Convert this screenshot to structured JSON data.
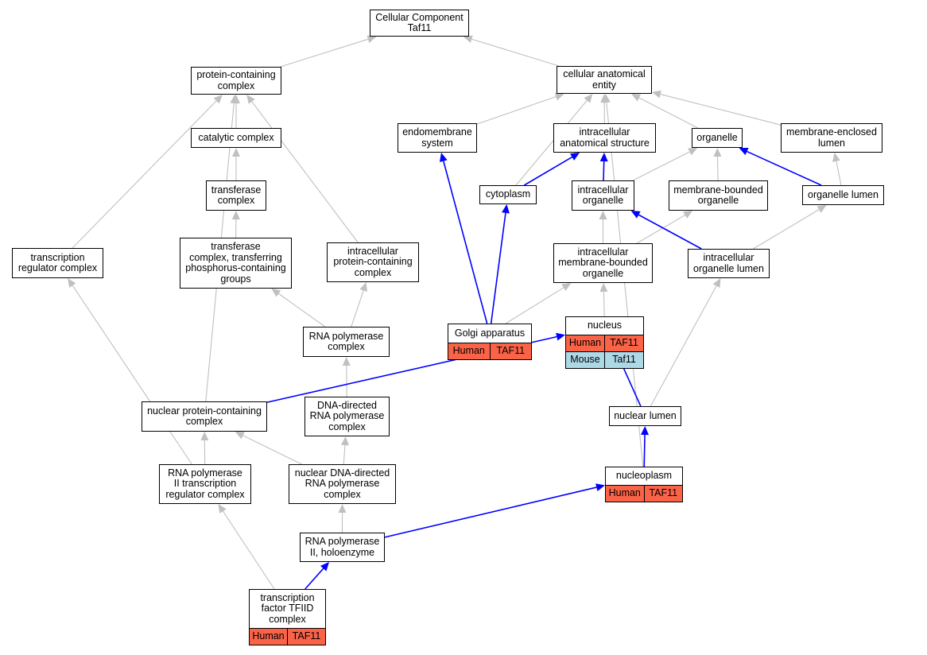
{
  "colors": {
    "human": "#fa6347",
    "mouse": "#add8e6",
    "default_edge": "#c0c0c0",
    "highlight_edge": "#0000ff"
  },
  "nodes": {
    "root": "Cellular Component\nTaf11",
    "protein_containing_complex": "protein-containing\ncomplex",
    "cellular_anatomical_entity": "cellular anatomical\nentity",
    "endomembrane_system": "endomembrane\nsystem",
    "intracellular_anatomical_structure": "intracellular\nanatomical structure",
    "organelle": "organelle",
    "membrane_enclosed_lumen": "membrane-enclosed\nlumen",
    "catalytic_complex": "catalytic complex",
    "cytoplasm": "cytoplasm",
    "intracellular_organelle": "intracellular\norganelle",
    "membrane_bounded_organelle": "membrane-bounded\norganelle",
    "organelle_lumen": "organelle lumen",
    "transferase_complex": "transferase\ncomplex",
    "transferase_complex_phosphorus": "transferase\ncomplex, transferring\nphosphorus-containing\ngroups",
    "intracellular_protein_containing_complex": "intracellular\nprotein-containing\ncomplex",
    "intracellular_membrane_bounded_organelle": "intracellular\nmembrane-bounded\norganelle",
    "intracellular_organelle_lumen": "intracellular\norganelle lumen",
    "transcription_regulator_complex": "transcription\nregulator complex",
    "golgi_apparatus": "Golgi apparatus",
    "rna_polymerase_complex": "RNA polymerase\ncomplex",
    "nucleus": "nucleus",
    "nuclear_lumen": "nuclear lumen",
    "nuclear_protein_containing_complex": "nuclear protein-containing\ncomplex",
    "dna_directed_rna_polymerase_complex": "DNA-directed\nRNA polymerase\ncomplex",
    "rna_pol_ii_transcription_regulator_complex": "RNA polymerase\nII transcription\nregulator complex",
    "nuclear_dna_directed_rna_polymerase_complex": "nuclear DNA-directed\nRNA polymerase\ncomplex",
    "nucleoplasm": "nucleoplasm",
    "rna_pol_ii_holoenzyme": "RNA polymerase\nII, holoenzyme",
    "tfiid_complex": "transcription\nfactor TFIID\ncomplex"
  },
  "annotations": {
    "golgi_apparatus": [
      {
        "species": "Human",
        "gene": "TAF11"
      }
    ],
    "nucleus": [
      {
        "species": "Human",
        "gene": "TAF11"
      },
      {
        "species": "Mouse",
        "gene": "Taf11"
      }
    ],
    "nucleoplasm": [
      {
        "species": "Human",
        "gene": "TAF11"
      }
    ],
    "tfiid_complex": [
      {
        "species": "Human",
        "gene": "TAF11"
      }
    ]
  },
  "edges": [
    {
      "from": "protein_containing_complex",
      "to": "root",
      "highlight": false
    },
    {
      "from": "cellular_anatomical_entity",
      "to": "root",
      "highlight": false
    },
    {
      "from": "endomembrane_system",
      "to": "cellular_anatomical_entity",
      "highlight": false
    },
    {
      "from": "intracellular_anatomical_structure",
      "to": "cellular_anatomical_entity",
      "highlight": false
    },
    {
      "from": "organelle",
      "to": "cellular_anatomical_entity",
      "highlight": false
    },
    {
      "from": "membrane_enclosed_lumen",
      "to": "cellular_anatomical_entity",
      "highlight": false
    },
    {
      "from": "cytoplasm",
      "to": "cellular_anatomical_entity",
      "highlight": false
    },
    {
      "from": "nucleoplasm",
      "to": "cellular_anatomical_entity",
      "highlight": false
    },
    {
      "from": "catalytic_complex",
      "to": "protein_containing_complex",
      "highlight": false
    },
    {
      "from": "transcription_regulator_complex",
      "to": "protein_containing_complex",
      "highlight": false
    },
    {
      "from": "intracellular_protein_containing_complex",
      "to": "protein_containing_complex",
      "highlight": false
    },
    {
      "from": "nuclear_protein_containing_complex",
      "to": "protein_containing_complex",
      "highlight": false
    },
    {
      "from": "transferase_complex",
      "to": "catalytic_complex",
      "highlight": false
    },
    {
      "from": "transferase_complex_phosphorus",
      "to": "transferase_complex",
      "highlight": false
    },
    {
      "from": "rna_polymerase_complex",
      "to": "transferase_complex_phosphorus",
      "highlight": false
    },
    {
      "from": "rna_polymerase_complex",
      "to": "intracellular_protein_containing_complex",
      "highlight": false
    },
    {
      "from": "dna_directed_rna_polymerase_complex",
      "to": "rna_polymerase_complex",
      "highlight": false
    },
    {
      "from": "nuclear_dna_directed_rna_polymerase_complex",
      "to": "dna_directed_rna_polymerase_complex",
      "highlight": false
    },
    {
      "from": "nuclear_dna_directed_rna_polymerase_complex",
      "to": "nuclear_protein_containing_complex",
      "highlight": false
    },
    {
      "from": "rna_pol_ii_transcription_regulator_complex",
      "to": "nuclear_protein_containing_complex",
      "highlight": false
    },
    {
      "from": "rna_pol_ii_transcription_regulator_complex",
      "to": "transcription_regulator_complex",
      "highlight": false
    },
    {
      "from": "rna_pol_ii_holoenzyme",
      "to": "nuclear_dna_directed_rna_polymerase_complex",
      "highlight": false
    },
    {
      "from": "tfiid_complex",
      "to": "rna_pol_ii_transcription_regulator_complex",
      "highlight": false
    },
    {
      "from": "tfiid_complex",
      "to": "rna_pol_ii_holoenzyme",
      "highlight": true
    },
    {
      "from": "rna_pol_ii_holoenzyme",
      "to": "nucleoplasm",
      "highlight": true
    },
    {
      "from": "nucleoplasm",
      "to": "nuclear_lumen",
      "highlight": true
    },
    {
      "from": "nuclear_lumen",
      "to": "nucleus",
      "highlight": true
    },
    {
      "from": "nuclear_lumen",
      "to": "intracellular_organelle_lumen",
      "highlight": false
    },
    {
      "from": "nuclear_protein_containing_complex",
      "to": "nucleus",
      "highlight": true
    },
    {
      "from": "nucleus",
      "to": "intracellular_membrane_bounded_organelle",
      "highlight": false
    },
    {
      "from": "golgi_apparatus",
      "to": "intracellular_membrane_bounded_organelle",
      "highlight": false
    },
    {
      "from": "golgi_apparatus",
      "to": "endomembrane_system",
      "highlight": true
    },
    {
      "from": "golgi_apparatus",
      "to": "cytoplasm",
      "highlight": true
    },
    {
      "from": "cytoplasm",
      "to": "intracellular_anatomical_structure",
      "highlight": true
    },
    {
      "from": "intracellular_organelle",
      "to": "intracellular_anatomical_structure",
      "highlight": true
    },
    {
      "from": "intracellular_organelle",
      "to": "organelle",
      "highlight": false
    },
    {
      "from": "membrane_bounded_organelle",
      "to": "organelle",
      "highlight": false
    },
    {
      "from": "organelle_lumen",
      "to": "organelle",
      "highlight": true
    },
    {
      "from": "organelle_lumen",
      "to": "membrane_enclosed_lumen",
      "highlight": false
    },
    {
      "from": "intracellular_membrane_bounded_organelle",
      "to": "intracellular_organelle",
      "highlight": false
    },
    {
      "from": "intracellular_membrane_bounded_organelle",
      "to": "membrane_bounded_organelle",
      "highlight": false
    },
    {
      "from": "intracellular_organelle_lumen",
      "to": "intracellular_organelle",
      "highlight": true
    },
    {
      "from": "intracellular_organelle_lumen",
      "to": "organelle_lumen",
      "highlight": false
    }
  ]
}
